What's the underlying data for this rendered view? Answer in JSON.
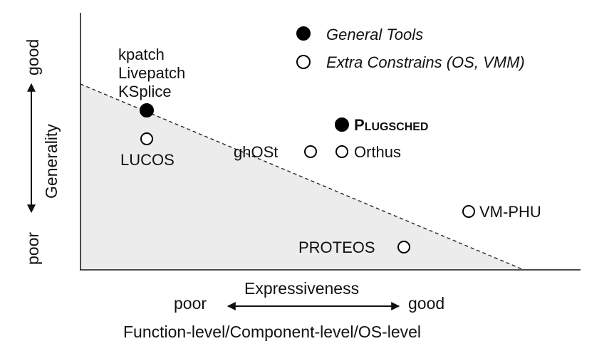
{
  "legend": {
    "general": "General Tools",
    "extra": "Extra Constrains (OS, VMM)"
  },
  "y_axis": {
    "title": "Generality",
    "good": "good",
    "poor": "poor"
  },
  "x_axis": {
    "title": "Expressiveness",
    "poor": "poor",
    "good": "good",
    "caption": "Function-level/Component-level/OS-level"
  },
  "tools": {
    "kpatch": "kpatch",
    "livepatch": "Livepatch",
    "ksplice": "KSplice",
    "lucos": "LUCOS",
    "plugsched_p": "P",
    "plugsched_rest": "LUGSCHED",
    "ghost": "ghOSt",
    "orthus": "Orthus",
    "vmphu": "VM-PHU",
    "proteos": "PROTEOS"
  },
  "colors": {
    "region_fill": "#ececec",
    "general_marker": "#000000",
    "extra_marker": "#ffffff"
  }
}
